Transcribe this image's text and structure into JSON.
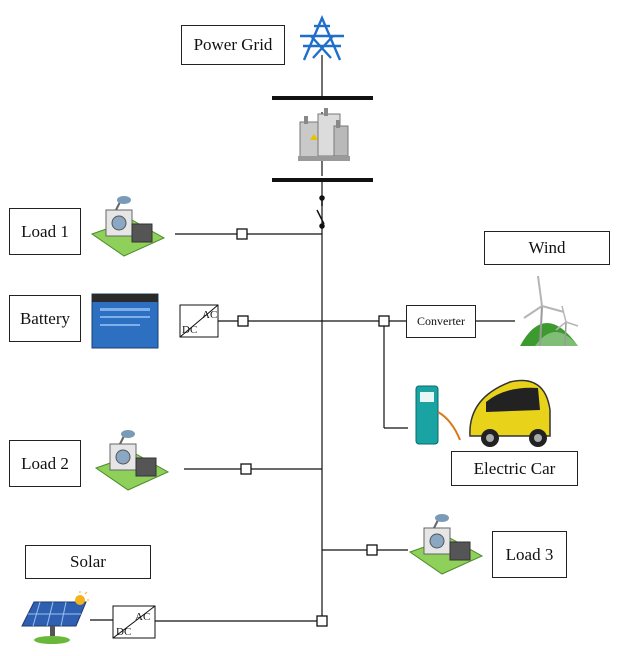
{
  "labels": {
    "power_grid": "Power Grid",
    "load1": "Load 1",
    "battery": "Battery",
    "load2": "Load 2",
    "solar": "Solar",
    "wind": "Wind",
    "converter": "Converter",
    "electric_car": "Electric Car",
    "load3": "Load 3"
  },
  "converter_symbols": {
    "ac": "AC",
    "dc": "DC"
  },
  "colors": {
    "line": "#111111",
    "tower": "#1e6fc9",
    "battery": "#2d6fc0",
    "car_yellow": "#e9d31a",
    "solar_panel": "#2f5fb0",
    "grass": "#6ab83a"
  }
}
